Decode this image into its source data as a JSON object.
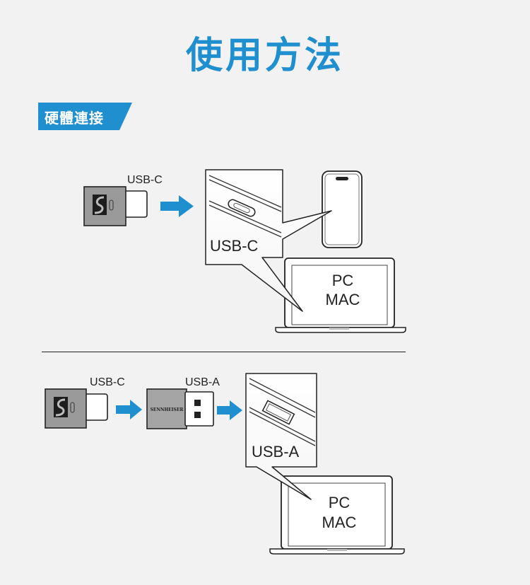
{
  "page": {
    "title": "使用方法",
    "section_title": "硬體連接",
    "accent_color": "#1f8fd0"
  },
  "top": {
    "dongle_label": "USB-C",
    "port_label": "USB-C",
    "laptop_lines": [
      "PC",
      "MAC"
    ]
  },
  "bottom": {
    "dongle_label": "USB-C",
    "adapter_label": "USB-A",
    "adapter_brand": "SENNHEISER",
    "port_label": "USB-A",
    "laptop_lines": [
      "PC",
      "MAC"
    ]
  },
  "icons": {
    "arrow": "arrow-right-icon",
    "dongle": "sennheiser-dongle-icon",
    "adapter": "usb-a-adapter-icon",
    "phone": "smartphone-icon",
    "laptop": "laptop-icon"
  }
}
